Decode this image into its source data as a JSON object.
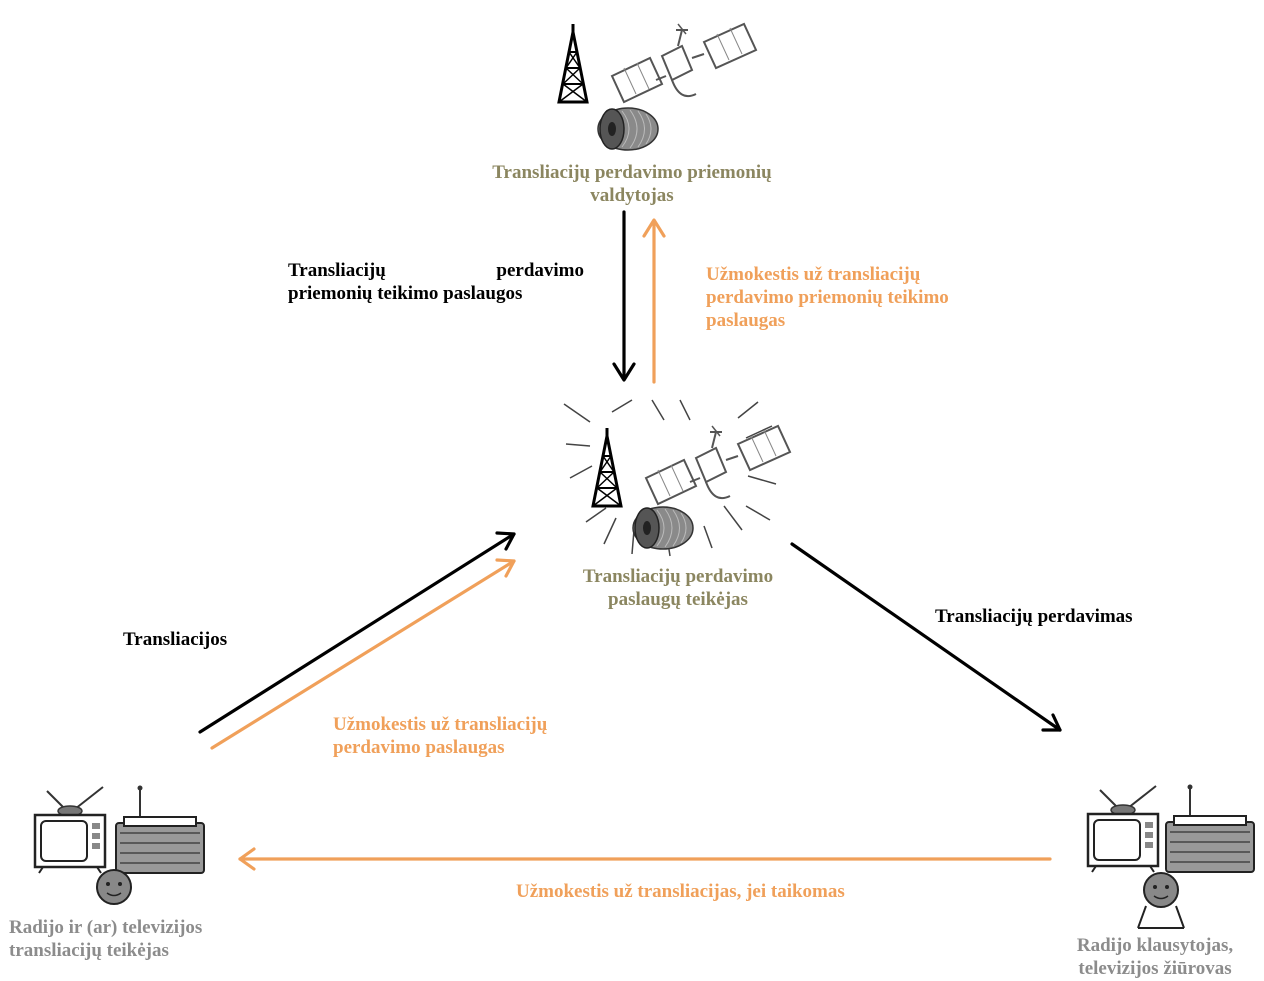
{
  "nodes": {
    "network_operator": {
      "line1": "Transliacijų perdavimo priemonių",
      "line2": "valdytojas"
    },
    "transmission_provider": {
      "line1": "Transliacijų perdavimo",
      "line2": "paslaugų teikėjas"
    },
    "broadcaster": {
      "line1": "Radijo ir (ar) televizijos",
      "line2": "transliacijų teikėjas"
    },
    "audience": {
      "line1": "Radijo klausytojas,",
      "line2": "televizijos žiūrovas"
    }
  },
  "flows": {
    "services_down": {
      "line1_a": "Transliacijų",
      "line1_b": "perdavimo",
      "line2": "priemonių teikimo paslaugos"
    },
    "payment_up": {
      "line1": "Užmokestis už transliacijų",
      "line2": "perdavimo priemonių teikimo",
      "line3": "paslaugas"
    },
    "broadcasts": {
      "label": "Transliacijos"
    },
    "payment_transmission": {
      "line1": "Užmokestis už transliacijų",
      "line2": "perdavimo paslaugas"
    },
    "transmission": {
      "label": "Transliacijų perdavimas"
    },
    "payment_broadcasts": {
      "label": "Užmokestis už transliacijas, jei taikomas"
    }
  },
  "colors": {
    "orange": "#f0a05a",
    "olive": "#8b8660",
    "grey": "#8c8c8c",
    "black": "#000000"
  }
}
